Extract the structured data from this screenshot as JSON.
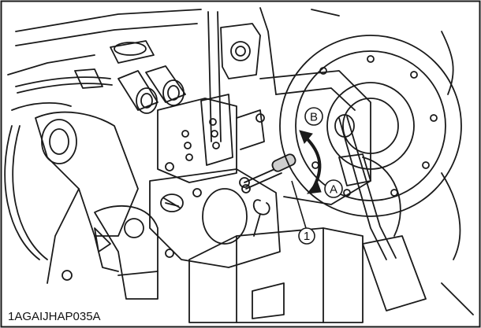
{
  "figure": {
    "reference_code": "1AGAIJHAP035A",
    "callouts": {
      "direction_b": "B",
      "direction_a": "A",
      "lever_number": "1"
    },
    "colors": {
      "line": "#1a1a1a",
      "paper": "#ffffff",
      "shade": "#cfcfcf"
    }
  }
}
